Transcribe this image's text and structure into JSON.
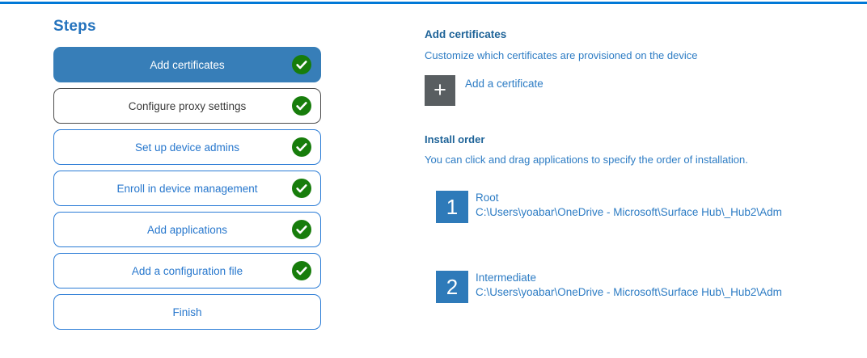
{
  "colors": {
    "accent_line": "#0078d7",
    "active_step_bg": "#377eb8",
    "step_border_blue": "#2b7cd6",
    "step_border_gray": "#4d4d4d",
    "check_green": "#177d0b",
    "heading_blue": "#1e6398",
    "body_blue": "#2d7cc4",
    "plus_box_gray": "#595e61",
    "number_box_blue": "#2e7ab9"
  },
  "steps": {
    "title": "Steps",
    "items": [
      {
        "label": "Add certificates",
        "checked": true,
        "state": "active"
      },
      {
        "label": "Configure proxy settings",
        "checked": true,
        "state": "muted"
      },
      {
        "label": "Set up device admins",
        "checked": true,
        "state": "default"
      },
      {
        "label": "Enroll in device management",
        "checked": true,
        "state": "default"
      },
      {
        "label": "Add applications",
        "checked": true,
        "state": "default"
      },
      {
        "label": "Add a configuration file",
        "checked": true,
        "state": "default"
      },
      {
        "label": "Finish",
        "checked": false,
        "state": "default"
      }
    ]
  },
  "content": {
    "title": "Add certificates",
    "subtitle": "Customize which certificates are provisioned on the device",
    "add_button": {
      "icon": "plus-icon",
      "icon_glyph": "+",
      "label": "Add a certificate"
    },
    "install_order": {
      "title": "Install order",
      "subtitle": "You can click and drag applications to specify the order of installation.",
      "items": [
        {
          "number": "1",
          "name": "Root",
          "path": "C:\\Users\\yoabar\\OneDrive - Microsoft\\Surface Hub\\_Hub2\\Adm"
        },
        {
          "number": "2",
          "name": "Intermediate",
          "path": "C:\\Users\\yoabar\\OneDrive - Microsoft\\Surface Hub\\_Hub2\\Adm"
        }
      ]
    }
  }
}
